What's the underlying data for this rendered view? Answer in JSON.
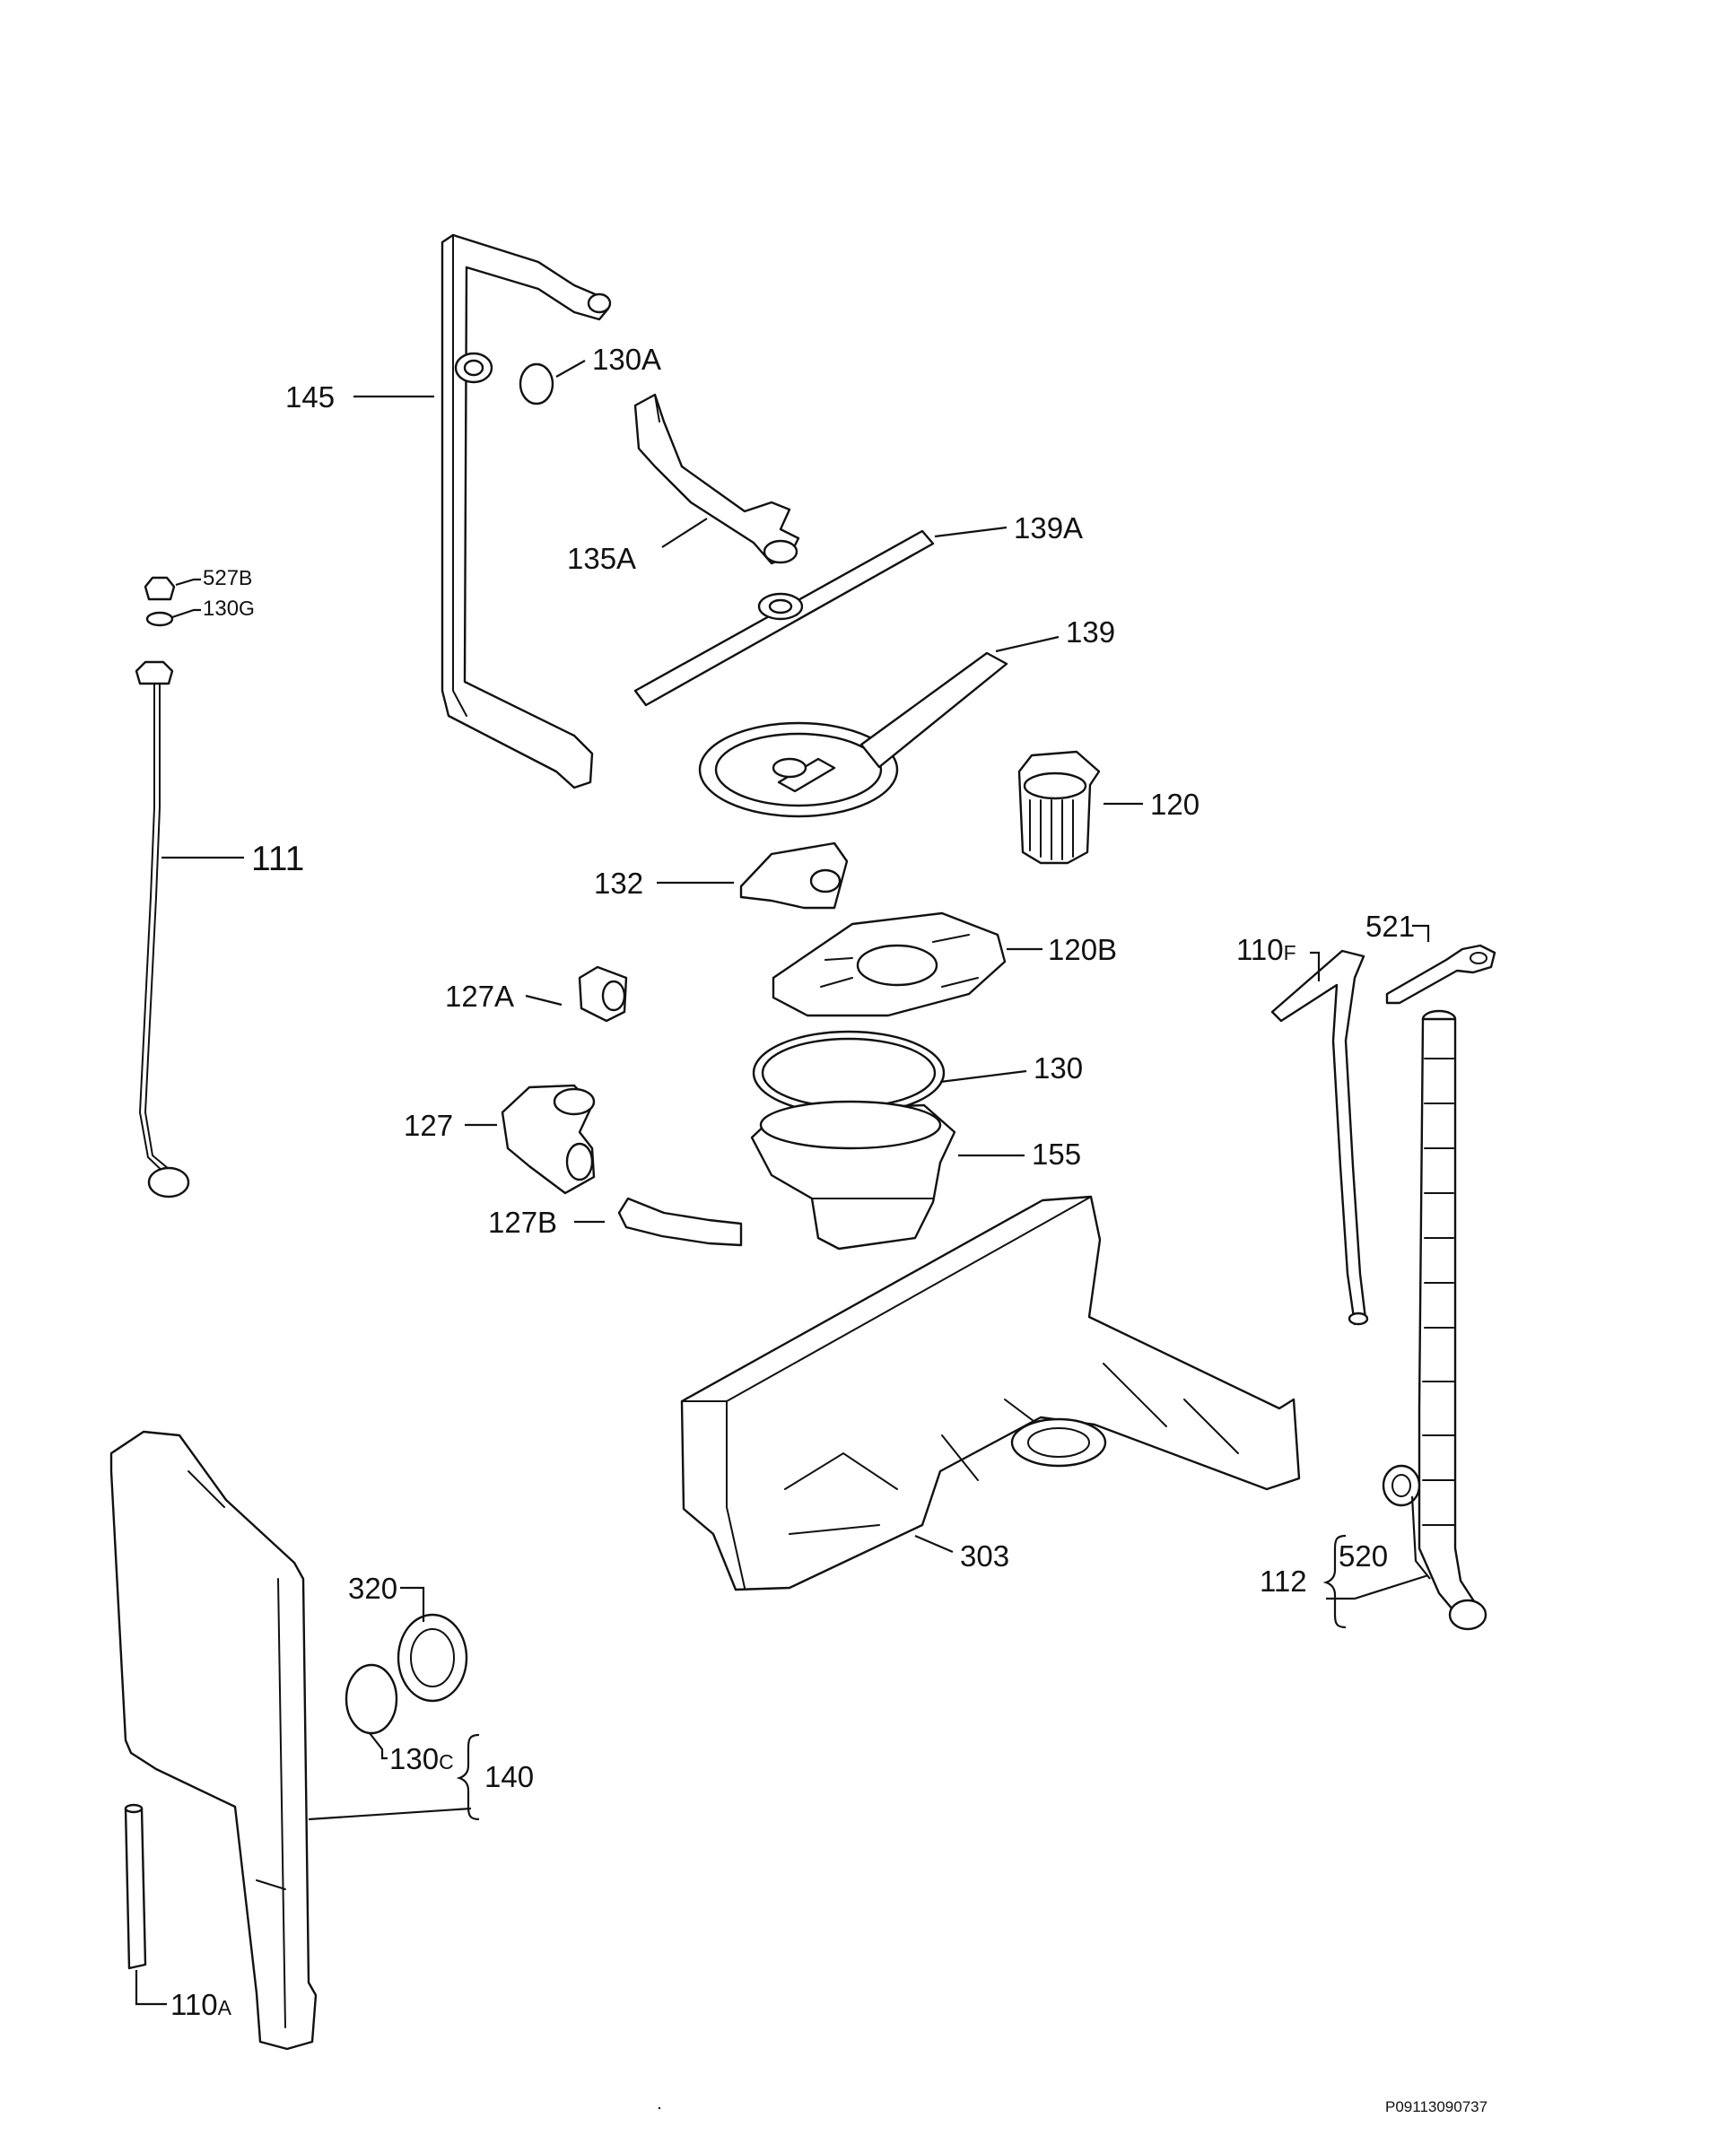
{
  "diagram": {
    "drawing_code": "P09113090737",
    "labels": {
      "p145": "145",
      "p130A": "130A",
      "p135A": "135A",
      "p139A": "139A",
      "p139": "139",
      "p120": "120",
      "p132": "132",
      "p120B": "120B",
      "p127A": "127A",
      "p130": "130",
      "p127": "127",
      "p155": "155",
      "p127B": "127B",
      "p303": "303",
      "p111": "111",
      "p527": "527",
      "p527_suffix": "B",
      "p130g": "130",
      "p130g_suffix": "G",
      "p110f": "110",
      "p110f_suffix": "F",
      "p521": "521",
      "p112": "112",
      "p520": "520",
      "p320": "320",
      "p130c": "130",
      "p130c_suffix": "C",
      "p140": "140",
      "p110a": "110",
      "p110a_suffix": "A"
    }
  }
}
